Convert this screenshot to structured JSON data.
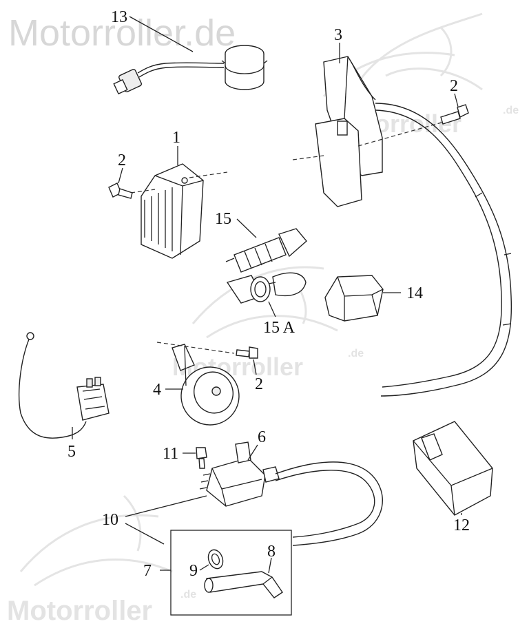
{
  "watermark": {
    "top_left": "Motorroller.de",
    "bottom_left": "Motorroller",
    "bottom_left_suffix": ".de",
    "center": "Motorroller",
    "center_suffix": ".de",
    "top_right": "Motorroller",
    "top_right_suffix": ".de"
  },
  "callouts": {
    "p1": "1",
    "p2a": "2",
    "p2b": "2",
    "p2c": "2",
    "p3": "3",
    "p4": "4",
    "p5": "5",
    "p6": "6",
    "p7": "7",
    "p8": "8",
    "p9": "9",
    "p10": "10",
    "p11": "11",
    "p12": "12",
    "p13": "13",
    "p14": "14",
    "p15": "15",
    "p15a": "15 A"
  }
}
